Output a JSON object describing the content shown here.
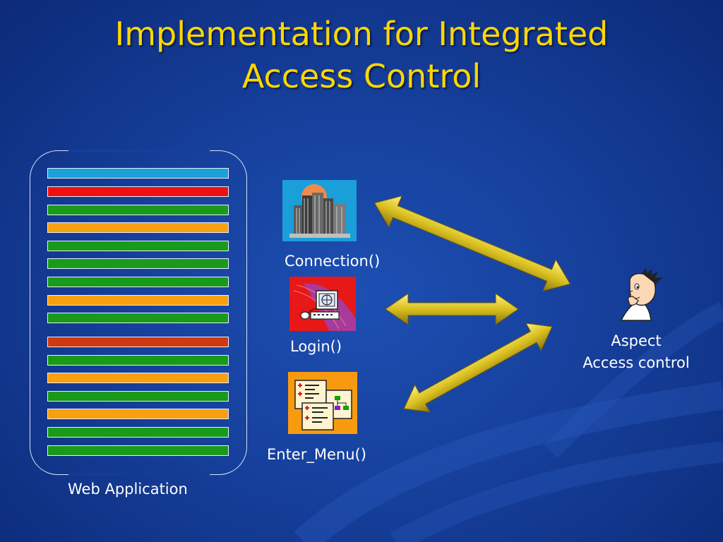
{
  "slide": {
    "title_line1": "Implementation for Integrated",
    "title_line2": "Access Control"
  },
  "web_application": {
    "label": "Web Application",
    "bars": [
      {
        "color": "#1ca0d8"
      },
      {
        "color": "#f01010"
      },
      {
        "color": "#1a9a1a"
      },
      {
        "color": "#f8a010"
      },
      {
        "color": "#1a9a1a"
      },
      {
        "color": "#1a9a1a"
      },
      {
        "color": "#1a9a1a"
      },
      {
        "color": "#f8a010"
      },
      {
        "color": "#1a9a1a"
      },
      {
        "color": "#d03810"
      },
      {
        "color": "#1a9a1a"
      },
      {
        "color": "#f8a010"
      },
      {
        "color": "#1a9a1a"
      },
      {
        "color": "#f8a010"
      },
      {
        "color": "#1a9a1a"
      },
      {
        "color": "#1a9a1a"
      }
    ]
  },
  "join_points": [
    {
      "label": "Connection()",
      "icon": "server-towers-icon"
    },
    {
      "label": "Login()",
      "icon": "computer-terminal-icon"
    },
    {
      "label": "Enter_Menu()",
      "icon": "menu-windows-icon"
    }
  ],
  "aspect": {
    "line1": "Aspect",
    "line2": "Access control",
    "icon": "thinking-person-icon"
  },
  "colors": {
    "title": "#ffd700",
    "arrow": "#d8c21a",
    "background": "#16409c"
  }
}
